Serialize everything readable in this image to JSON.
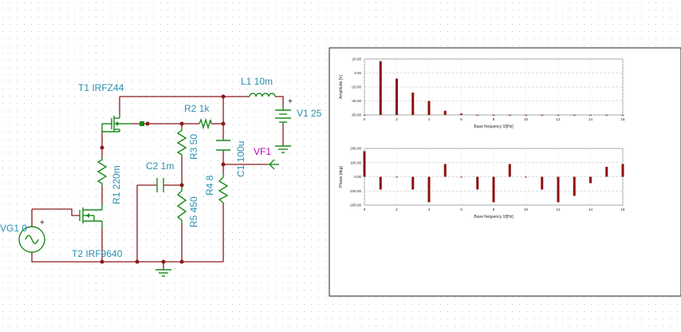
{
  "schematic": {
    "components": {
      "t1": "T1 IRFZ44",
      "t2": "T2 IRF9640",
      "r1": "R1 220m",
      "r2": "R2 1k",
      "r3": "R3 50",
      "r4": "R4 8",
      "r5": "R5 450",
      "c1": "C1 100u",
      "c2": "C2 1m",
      "l1": "L1 10m",
      "v1": "V1 25",
      "vg1": "VG1 0",
      "vf1": "VF1"
    },
    "polarity_plus": "+"
  },
  "colors": {
    "wire": "#8b1a1a",
    "component": "#1a8a1a",
    "label": "#2a8fb0",
    "probe": "#c000c0",
    "bar": "#8b1010"
  },
  "chart_data": [
    {
      "type": "bar",
      "xlabel": "Base frequency 1f[Hz]",
      "ylabel": "Amplitude [V]",
      "xlim": [
        0,
        16
      ],
      "ylim": [
        -60,
        20
      ],
      "xticks": [
        "0",
        "2",
        "4",
        "6",
        "8",
        "10",
        "12",
        "14",
        "16"
      ],
      "yticks": [
        "20.00",
        "0.00",
        "-20.00",
        "-40.00",
        "-60.00"
      ],
      "grid": true,
      "x": [
        0,
        1,
        2,
        3,
        4,
        5,
        6,
        7,
        8,
        9,
        10,
        11,
        12,
        13,
        14,
        15,
        16
      ],
      "values": [
        -60,
        17,
        -8,
        -28,
        -40,
        -54,
        -58,
        -60,
        -60,
        -60,
        -60,
        -60,
        -60,
        -60,
        -60,
        -60,
        -60
      ]
    },
    {
      "type": "bar",
      "xlabel": "Base frequency 1f[Hz]",
      "ylabel": "Phase [deg]",
      "xlim": [
        0,
        16
      ],
      "ylim": [
        -200,
        200
      ],
      "xticks": [
        "0",
        "2",
        "4",
        "6",
        "8",
        "10",
        "12",
        "14",
        "16"
      ],
      "yticks": [
        "200.00",
        "100.00",
        "0.00",
        "-100.00",
        "-200.00"
      ],
      "grid": true,
      "x": [
        0,
        1,
        2,
        3,
        4,
        5,
        6,
        7,
        8,
        9,
        10,
        11,
        12,
        13,
        14,
        15,
        16
      ],
      "values": [
        180,
        -90,
        0,
        -90,
        -180,
        90,
        0,
        -90,
        -180,
        90,
        0,
        -90,
        -180,
        -135,
        -45,
        70,
        90
      ]
    }
  ]
}
